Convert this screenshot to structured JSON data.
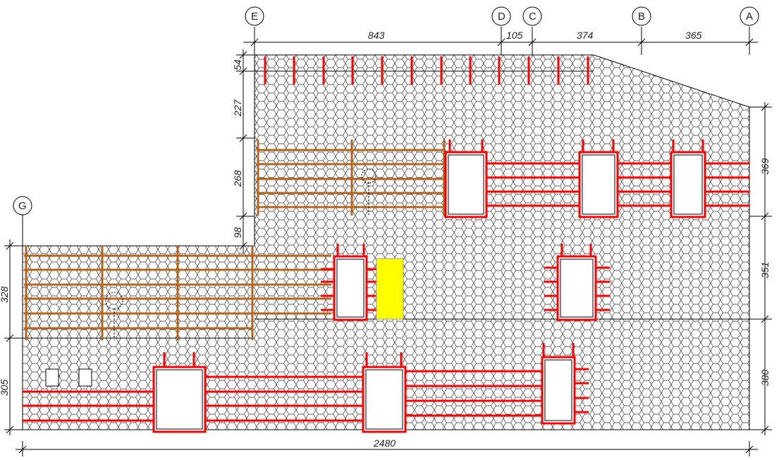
{
  "axes": {
    "E": "E",
    "D": "D",
    "C": "C",
    "B": "B",
    "A": "A",
    "G": "G"
  },
  "dimensions": {
    "top": [
      "843",
      "105",
      "374",
      "365"
    ],
    "left_upper": [
      "54",
      "227",
      "268",
      "98"
    ],
    "left_lower": [
      "328",
      "305"
    ],
    "right": [
      "369",
      "351",
      "380"
    ],
    "bottom": "2480"
  },
  "colors": {
    "reinforcement": "#ff0000",
    "timber": "#b5651d",
    "highlight": "#ffff00"
  }
}
